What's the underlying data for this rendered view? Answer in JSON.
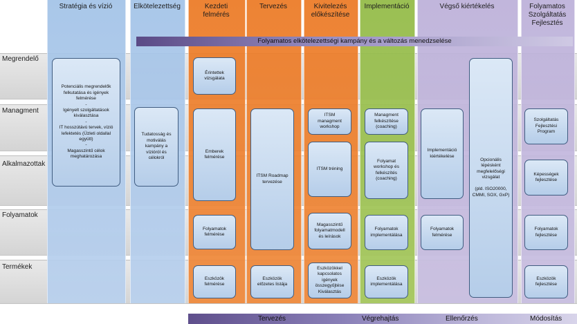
{
  "columns": [
    {
      "title": "Stratégia és vízió",
      "color": "#a9c7ea"
    },
    {
      "title": "Elkötelezettség",
      "color": "#a9c7ea"
    },
    {
      "title": "Kezdeti\nfelmérés",
      "color": "#ee7f2d"
    },
    {
      "title": "Tervezés",
      "color": "#ee7f2d"
    },
    {
      "title": "Kivitelezés\nelőkészítése",
      "color": "#ee7f2d"
    },
    {
      "title": "Implementáció",
      "color": "#9cc152"
    },
    {
      "title": "Végső kiértékelés",
      "color": "#c2b6dc"
    },
    {
      "title": "Folyamatos\nSzolgáltatás\nFejlesztés",
      "color": "#c2b6dc"
    }
  ],
  "banner": "Folyamatos elkötelezettségi kampány és a változás menedzselése",
  "rows": [
    "Megrendelő",
    "Managment",
    "Alkalmazottak",
    "Folyamatok",
    "Termékek"
  ],
  "boxes": {
    "strategy": "Potenciális megrendelők\nfelkutatása és igények\nfelmérése\n-\nIgényelt szolgáltatások\nkiválasztása\n-\nIT hosszútávú tervek, vízió\nlefektetés (Üzleti oldallal\negyütt)\n-\nMagasszintű célok\nmeghatározása",
    "commitment": "Tudatosság és\nmotiválás\nkampány a\nvízióról és\ncélokról",
    "survey_stakeholders": "Érintettek\nvizsgálata",
    "survey_people": "Emberek\nfelmérése",
    "survey_processes": "Folyamatok\nfelmérése",
    "survey_tools": "Eszközök\nfelmérése",
    "planning_roadmap": "ITSM Roadmap\ntervezése",
    "planning_tools": "Eszközök\nelőzetes listája",
    "prep_workshop": "ITSM\nmanagment\nworkshop",
    "prep_training": "ITSM tréning",
    "prep_models": "Magasszintű\nfolyamatmodell\nés leírások",
    "prep_tools": "Eszközökkel\nkapcsolatos\nigények\nösszegyűjtése\nKiválasztás",
    "impl_coaching": "Managment\nfelkészítése\n(coaching)",
    "impl_workshop": "Folyamat\nworkshop és\nfelkészítés\n(coaching)",
    "impl_processes": "Folyamatok\nimplementálása",
    "impl_tools": "Eszközök\nimplementálása",
    "eval_impl": "Implementáció\nkiértékelése",
    "eval_processes": "Folyamatok\nfelmérése",
    "eval_optional": "Opcionális\nlépésként\nmegfelelőségi\nvizsgálat\n\n(pld. ISO20000,\nCMMI, SOX, GxP)",
    "cont_program": "Szolgáltatás\nFejlesztési\nProgram",
    "cont_skills": "Képességek\nfejlesztése",
    "cont_processes": "Folyamatok\nfejlesztése",
    "cont_tools": "Eszközök\nfejlesztése"
  },
  "bottom": [
    "Tervezés",
    "Végrehajtás",
    "Ellenőrzés",
    "Módosítás"
  ]
}
